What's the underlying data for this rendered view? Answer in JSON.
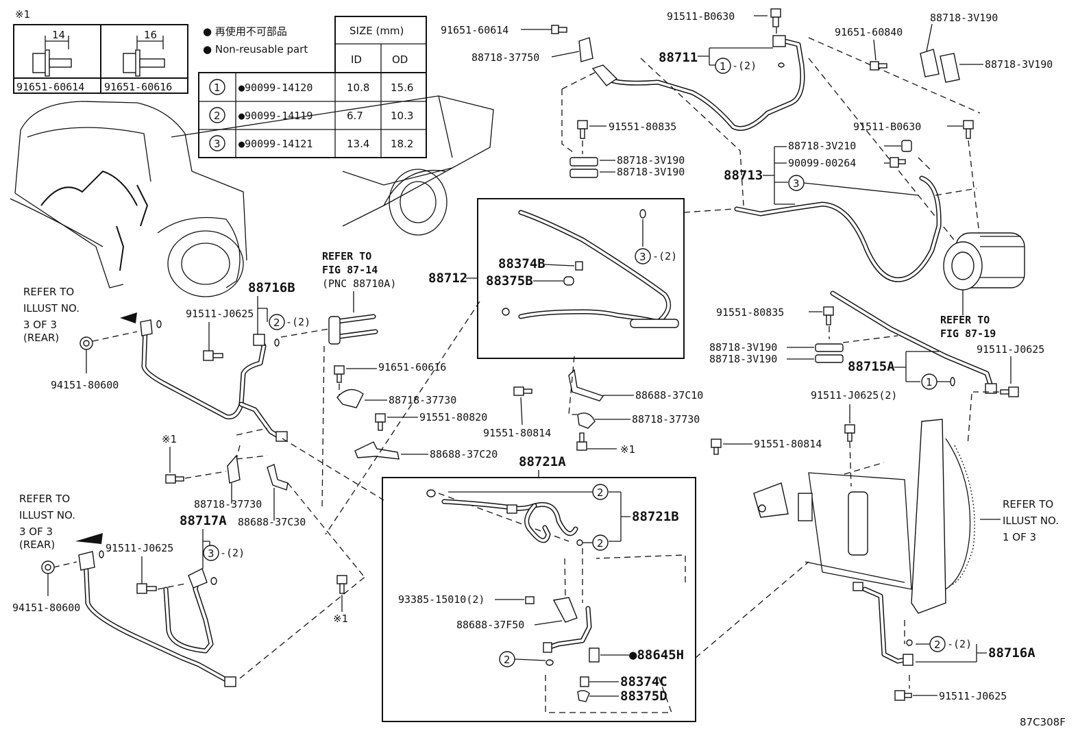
{
  "note_mark": "※1",
  "bolt_box": {
    "items": [
      {
        "dim": "14",
        "part": "91651-60614"
      },
      {
        "dim": "16",
        "part": "91651-60616"
      }
    ]
  },
  "legend": {
    "jp": "● 再使用不可部品",
    "en": "● Non-reusable part"
  },
  "size_table": {
    "header": "SIZE (mm)",
    "col_id": "ID",
    "col_od": "OD",
    "rows": [
      {
        "num": "1",
        "part": "●90099-14120",
        "id": "10.8",
        "od": "15.6"
      },
      {
        "num": "2",
        "part": "●90099-14119",
        "id": "6.7",
        "od": "10.3"
      },
      {
        "num": "3",
        "part": "●90099-14121",
        "id": "13.4",
        "od": "18.2"
      }
    ]
  },
  "labels": {
    "p91651_60614": "91651-60614",
    "p88718_37750": "88718-37750",
    "p91511_B0630_top": "91511-B0630",
    "p88711": "88711",
    "ring1_2": "-(2)",
    "p88718_3V190_top": "88718-3V190",
    "p91651_60840": "91651-60840",
    "p88718_3V190_right": "88718-3V190",
    "p91551_80835_top": "91551-80835",
    "p88718_3V190_a": "88718-3V190",
    "p88718_3V190_b": "88718-3V190",
    "p91511_B0630_r": "91511-B0630",
    "p88718_3V210": "88718-3V210",
    "p90099_00264": "90099-00264",
    "p88713": "88713",
    "ring3_2a": "-(2)",
    "p88712": "88712",
    "p88374B": "88374B",
    "p88375B": "88375B",
    "refer_fig_87_19_a": "REFER TO",
    "refer_fig_87_19_b": "FIG 87-19",
    "p91551_80835_mid": "91551-80835",
    "p88718_3V190_c": "88718-3V190",
    "p88718_3V190_d": "88718-3V190",
    "p88715A": "88715A",
    "p91511_J0625_r": "91511-J0625",
    "p91511_J0625_2": "91511-J0625(2)",
    "p91551_80814_r": "91551-80814",
    "refer_illust_1a": "REFER TO",
    "refer_illust_1b": "ILLUST NO.",
    "refer_illust_1c": "1 OF 3",
    "p88716A": "88716A",
    "ring2_2r": "-(2)",
    "p91511_J0625_br": "91511-J0625",
    "code": "87C308F",
    "refer_fig_87_14_a": "REFER TO",
    "refer_fig_87_14_b": "FIG 87-14",
    "refer_fig_87_14_c": "(PNC 88710A)",
    "p88716B": "88716B",
    "p91511_J0625_l": "91511-J0625",
    "ring2_2l": "-(2)",
    "refer_illust_3a_1": "REFER TO",
    "refer_illust_3a_2": "ILLUST NO.",
    "refer_illust_3a_3": "3 OF 3",
    "refer_illust_3a_4": "(REAR)",
    "p94151_80600_a": "94151-80600",
    "p91651_60616": "91651-60616",
    "p88718_37730_a": "88718-37730",
    "p91551_80820": "91551-80820",
    "p88688_37C20": "88688-37C20",
    "p91551_80814_m": "91551-80814",
    "p88688_37C10": "88688-37C10",
    "p88718_37730_b": "88718-37730",
    "note_b": "※1",
    "note_c": "※1",
    "p88718_37730_c": "88718-37730",
    "p88688_37C30": "88688-37C30",
    "p88717A": "88717A",
    "refer_illust_3b_1": "REFER TO",
    "refer_illust_3b_2": "ILLUST NO.",
    "refer_illust_3b_3": "3 OF 3",
    "refer_illust_3b_4": "(REAR)",
    "p91511_J0625_ll": "91511-J0625",
    "ring3_2l": "-(2)",
    "p94151_80600_b": "94151-80600",
    "note_d": "※1",
    "p88721A": "88721A",
    "p88721B": "88721B",
    "p93385_15010": "93385-15010(2)",
    "p88688_37F50": "88688-37F50",
    "p88645H": "●88645H",
    "p88374C": "88374C",
    "p88375D": "88375D"
  }
}
